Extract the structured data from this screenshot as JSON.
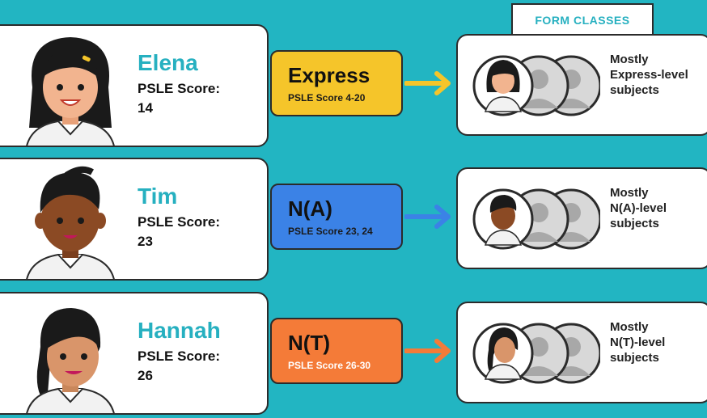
{
  "header": {
    "tab_label": "FORM CLASSES"
  },
  "students": [
    {
      "name": "Elena",
      "score_label": "PSLE Score:",
      "score": "14",
      "stream": "Express",
      "range": "PSLE Score 4-20",
      "color": "#f5c52a",
      "range_color": "#1a1a1a",
      "arrow_color": "#f5c52a",
      "form_line1": "Mostly",
      "form_line2": "Express-level",
      "form_line3": "subjects"
    },
    {
      "name": "Tim",
      "score_label": "PSLE Score:",
      "score": "23",
      "stream": "N(A)",
      "range": "PSLE Score 23, 24",
      "color": "#3b82e6",
      "range_color": "#ffffff",
      "arrow_color": "#3b82e6",
      "form_line1": "Mostly",
      "form_line2": "N(A)-level",
      "form_line3": "subjects"
    },
    {
      "name": "Hannah",
      "score_label": "PSLE Score:",
      "score": "26",
      "stream": "N(T)",
      "range": "PSLE Score 26-30",
      "color": "#f47b38",
      "range_color": "#ffffff",
      "arrow_color": "#f47b38",
      "form_line1": "Mostly",
      "form_line2": "N(T)-level",
      "form_line3": "subjects"
    }
  ]
}
